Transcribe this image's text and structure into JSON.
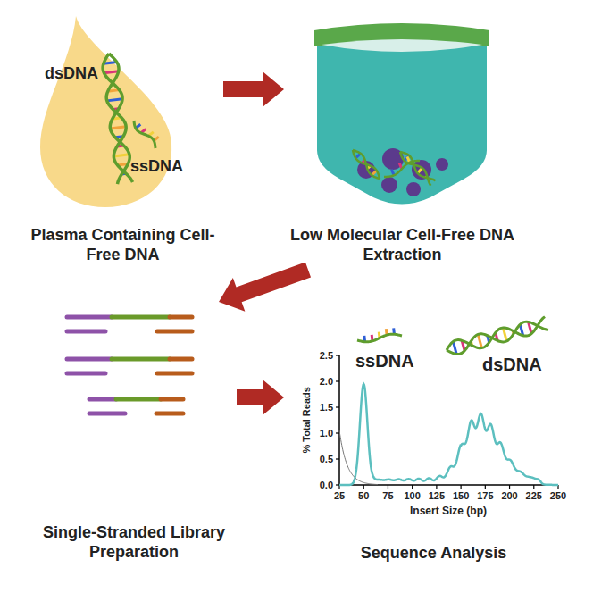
{
  "diagram": {
    "nodes": [
      {
        "text": [
          "Plasma Containing Cell-Free DNA"
        ]
      },
      {
        "text": [
          "Low Molecular Cell-Free DNA Extraction"
        ]
      },
      {
        "text": [
          "Single-Stranded Library Preparation"
        ]
      },
      {
        "text": [
          "Sequence Analysis"
        ]
      }
    ],
    "edges": [
      {
        "from": 0,
        "to": 1,
        "arrow": "to"
      },
      {
        "from": 1,
        "to": 2,
        "arrow": "to"
      },
      {
        "from": 2,
        "to": 3,
        "arrow": "to"
      }
    ],
    "labels": [
      "dsDNA",
      "ssDNA",
      "ssDNA",
      "dsDNA",
      "0.0",
      "0.5",
      "1.0",
      "1.5",
      "2.0",
      "2.5",
      "% Total Reads",
      "25",
      "50",
      "75",
      "100",
      "125",
      "150",
      "175",
      "200",
      "225",
      "250",
      "Insert Size (bp)"
    ]
  }
}
